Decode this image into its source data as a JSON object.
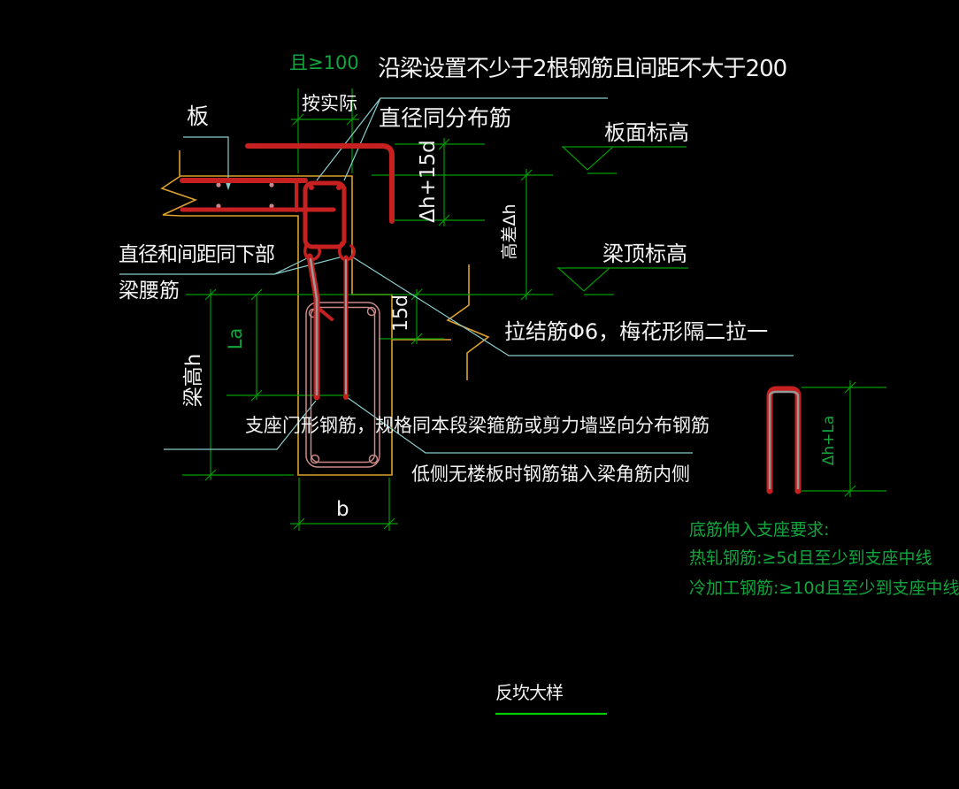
{
  "drawing_title": "反坎大样",
  "palette": {
    "background": "#000000",
    "text_white": "#f2f2f2",
    "text_green": "#12a53e",
    "dim_green": "#009b00",
    "title_underline_green": "#00cc00",
    "leader_cyan": "#8acccc",
    "concrete_yellow": "#dca02d",
    "rebar_red": "#c62020",
    "stirrup_pink": "#c98888",
    "bar_core_gray": "#989898"
  },
  "annotations": {
    "qie_100": "且≥100",
    "top_note": "沿梁设置不少于2根钢筋且间距不大于200",
    "an_shiji": "按实际",
    "zhijing_fenbu": "直径同分布筋",
    "ban": "板",
    "banmian_biaogao": "板面标高",
    "liangding_biaogao": "梁顶标高",
    "zhijing_xiabu": "直径和间距同下部",
    "liang_yaojin": "梁腰筋",
    "lajiejin": "拉结筋Φ6，梅花形隔二拉一",
    "zhizuo_note": "支座门形钢筋，规格同本段梁箍筋或剪力墙竖向分布钢筋",
    "dice_note": "低侧无楼板时钢筋锚入梁角筋内侧",
    "notes_title": "底筋伸入支座要求:",
    "note_hot": "热轧钢筋:≥5d且至少到支座中线",
    "note_cold": "冷加工钢筋:≥10d且至少到支座中线",
    "title": "反坎大样"
  },
  "dimensions": {
    "dh_15d": "Δh+15d",
    "gaocha_dh": "高差Δh",
    "d15": "15d",
    "la": "La",
    "liang_gao_h": "梁高h",
    "b": "b",
    "dh_la": "Δh+La"
  }
}
